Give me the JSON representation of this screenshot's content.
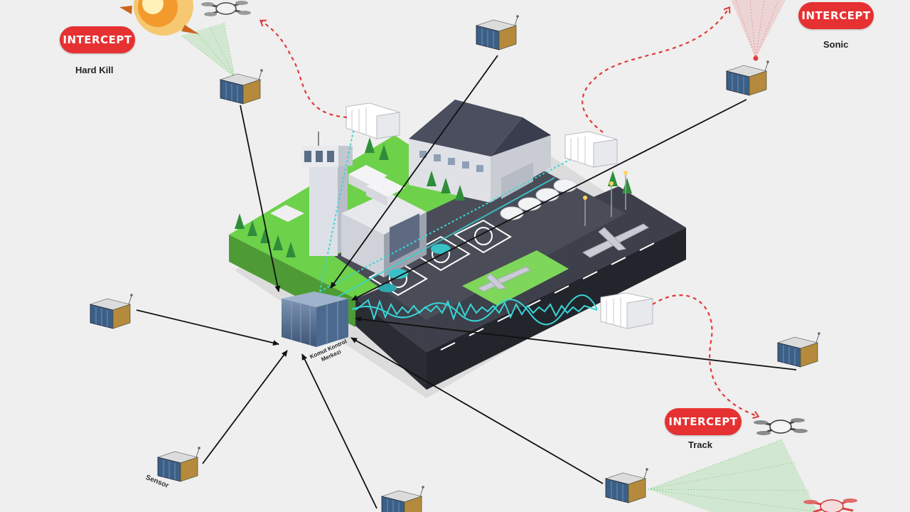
{
  "colors": {
    "background": "#efefef",
    "intercept_red": "#e63132",
    "lawn_green": "#6dd14a",
    "runway_dark": "#3d3f4a",
    "signal_cyan": "#37d6d6",
    "arrow_black": "#111111",
    "path_red_dashed": "#e03a3a",
    "beam_green": "#4cc14c",
    "sensor_blue": "#3b5f86",
    "sensor_gold": "#b58a3c"
  },
  "intercepts": [
    {
      "id": "hard_kill",
      "badge": "INTERCEPT",
      "caption": "Hard Kill"
    },
    {
      "id": "sonic",
      "badge": "INTERCEPT",
      "caption": "Sonic"
    },
    {
      "id": "track",
      "badge": "INTERCEPT",
      "caption": "Track"
    }
  ],
  "labels": {
    "sensor": "Sensor",
    "hub": "Komut Kontrol\nMerkezi"
  },
  "icons": {
    "sensor": "satellite-sensor-icon",
    "drone": "quadcopter-drone-icon",
    "explosion": "explosion-icon",
    "hub": "command-center-cube-icon",
    "container": "shipping-container-icon"
  }
}
